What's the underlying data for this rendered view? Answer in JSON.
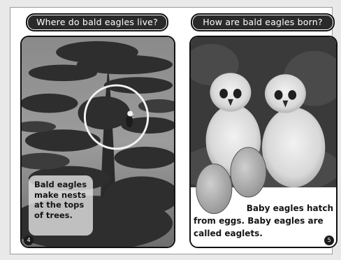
{
  "left_page": {
    "heading": "Where do bald eagles live?",
    "caption": "Bald eagles make nests at the tops of trees.",
    "page_number": "4"
  },
  "right_page": {
    "heading": "How are bald eagles born?",
    "caption_line1": "Baby eagles hatch",
    "caption_line2": "from eggs. Baby eagles are called eaglets.",
    "page_number": "5"
  },
  "icons": [
    "highlight-circle-icon",
    "eagle-icon",
    "egg-icon",
    "eaglet-icon"
  ]
}
